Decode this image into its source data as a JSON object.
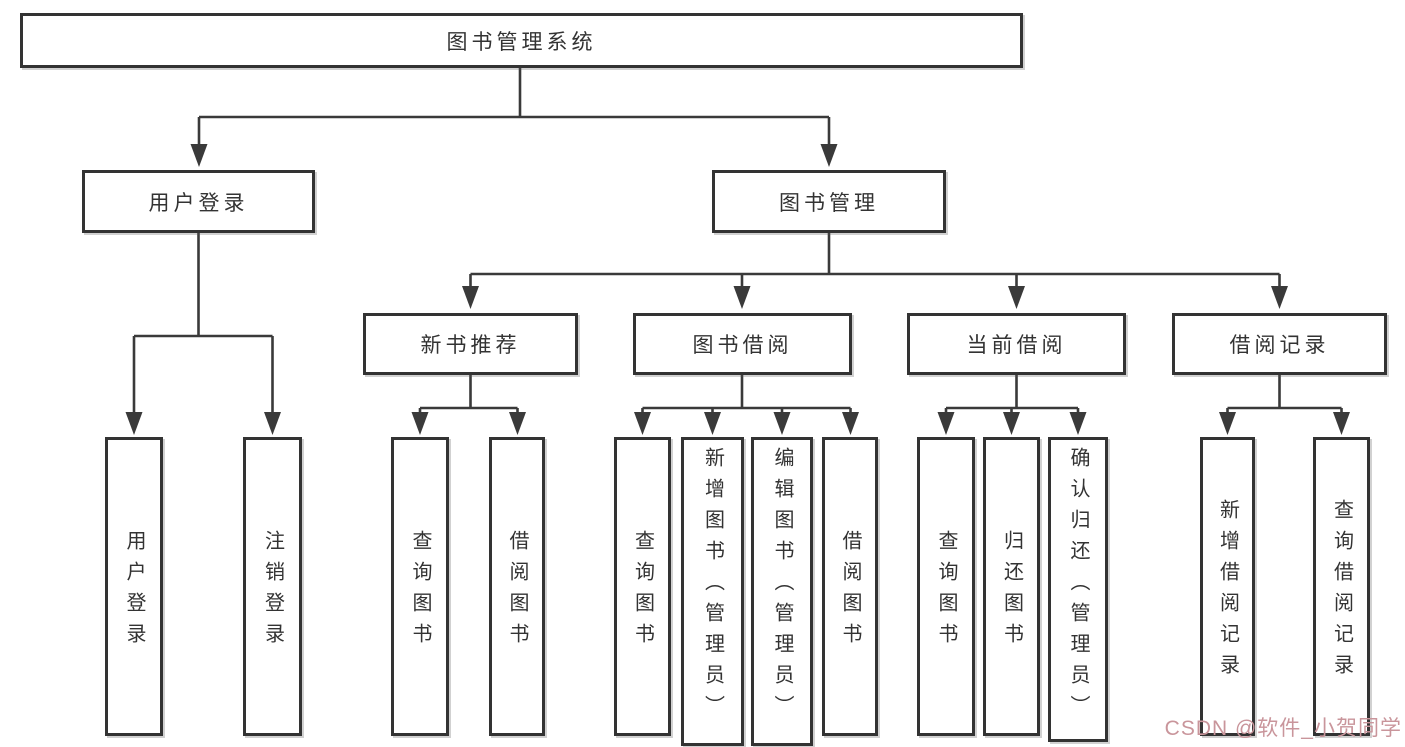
{
  "diagram": {
    "root": {
      "label": "图书管理系统"
    },
    "branches": [
      {
        "label": "用户登录",
        "children": [
          {
            "label": "用户登录"
          },
          {
            "label": "注销登录"
          }
        ]
      },
      {
        "label": "图书管理",
        "children": [
          {
            "label": "新书推荐",
            "children": [
              {
                "label": "查询图书"
              },
              {
                "label": "借阅图书"
              }
            ]
          },
          {
            "label": "图书借阅",
            "children": [
              {
                "label": "查询图书"
              },
              {
                "label": "新增图书（管理员）"
              },
              {
                "label": "编辑图书（管理员）"
              },
              {
                "label": "借阅图书"
              }
            ]
          },
          {
            "label": "当前借阅",
            "children": [
              {
                "label": "查询图书"
              },
              {
                "label": "归还图书"
              },
              {
                "label": "确认归还（管理员）"
              }
            ]
          },
          {
            "label": "借阅记录",
            "children": [
              {
                "label": "新增借阅记录"
              },
              {
                "label": "查询借阅记录"
              }
            ]
          }
        ]
      }
    ],
    "watermark": "CSDN @软件_小贺同学",
    "colors": {
      "line": "#3a3a3a",
      "box_border": "#333333",
      "text": "#333333",
      "watermark": "#c9959b",
      "background": "#ffffff"
    }
  }
}
